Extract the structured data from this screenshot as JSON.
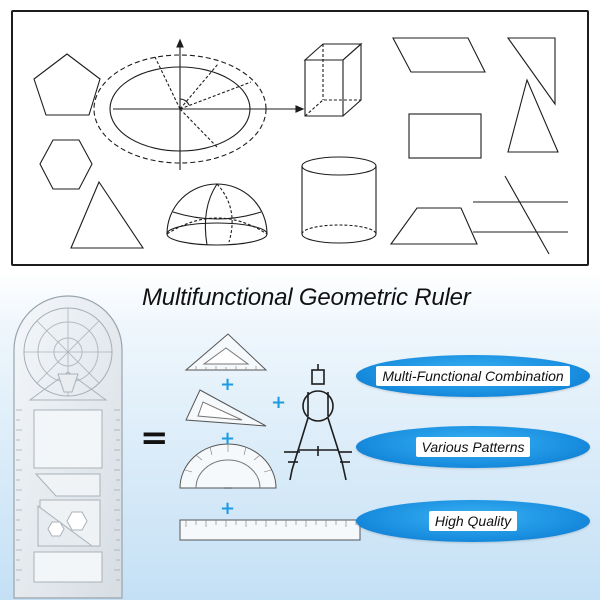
{
  "title": "Multifunctional Geometric Ruler",
  "features": [
    "Multi-Functional Combination",
    "Various Patterns",
    "High Quality"
  ],
  "symbols": {
    "equals": "=",
    "plus": "+"
  },
  "colors": {
    "accent_blue": "#1a8fe0",
    "plus_blue": "#1f9be0",
    "line": "#1d1d1d"
  }
}
